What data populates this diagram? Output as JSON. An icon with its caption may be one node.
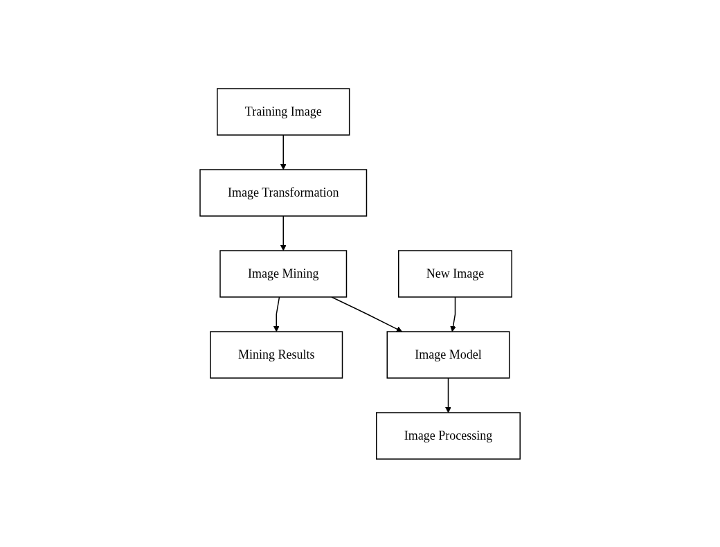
{
  "diagram": {
    "nodes": [
      {
        "text": [
          "Training Image"
        ]
      },
      {
        "text": [
          "Image Transformation"
        ]
      },
      {
        "text": [
          "Image Mining"
        ]
      },
      {
        "text": [
          "New Image"
        ]
      },
      {
        "text": [
          "Mining Results"
        ]
      },
      {
        "text": [
          "Image Model"
        ]
      },
      {
        "text": [
          "Image Processing"
        ]
      }
    ],
    "edges": [
      {
        "from": 0,
        "to": 1,
        "arrow": "to"
      },
      {
        "from": 1,
        "to": 2,
        "arrow": "to"
      },
      {
        "from": 2,
        "to": 4,
        "arrow": "to"
      },
      {
        "from": 2,
        "to": 5,
        "arrow": "to"
      },
      {
        "from": 3,
        "to": 5,
        "arrow": "to"
      },
      {
        "from": 5,
        "to": 6,
        "arrow": "to"
      }
    ]
  }
}
